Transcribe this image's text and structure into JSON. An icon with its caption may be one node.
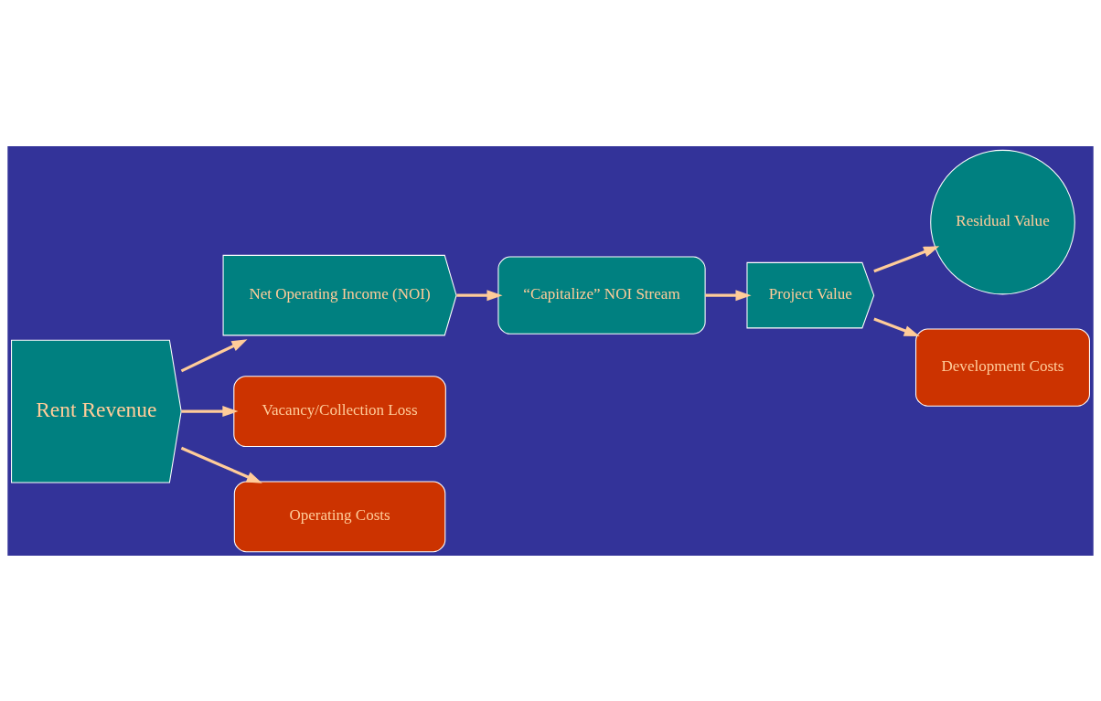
{
  "diagram": {
    "nodes": [
      {
        "text": [
          "Rent Revenue"
        ]
      },
      {
        "text": [
          "Net Operating Income (NOI)"
        ]
      },
      {
        "text": [
          "“Capitalize” NOI Stream"
        ]
      },
      {
        "text": [
          "Project Value"
        ]
      },
      {
        "text": [
          "Residual Value"
        ]
      },
      {
        "text": [
          "Vacancy/Collection Loss"
        ]
      },
      {
        "text": [
          "Operating Costs"
        ]
      },
      {
        "text": [
          "Development Costs"
        ]
      }
    ],
    "edges": [
      {
        "from": 0,
        "to": 1,
        "arrow": "to"
      },
      {
        "from": 0,
        "to": 5,
        "arrow": "to"
      },
      {
        "from": 0,
        "to": 6,
        "arrow": "to"
      },
      {
        "from": 1,
        "to": 2,
        "arrow": "to"
      },
      {
        "from": 2,
        "to": 3,
        "arrow": "to"
      },
      {
        "from": 3,
        "to": 4,
        "arrow": "to"
      },
      {
        "from": 3,
        "to": 7,
        "arrow": "to"
      }
    ]
  }
}
